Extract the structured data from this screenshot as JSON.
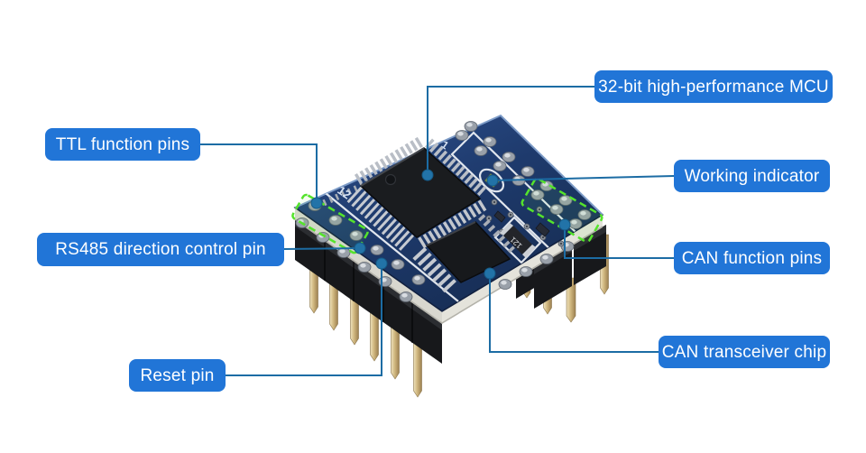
{
  "callouts": [
    {
      "id": "mcu",
      "label": "32-bit high-performance MCU"
    },
    {
      "id": "ttl",
      "label": "TTL function pins"
    },
    {
      "id": "working",
      "label": "Working indicator"
    },
    {
      "id": "rs485",
      "label": "RS485 direction control pin"
    },
    {
      "id": "can_pins",
      "label": "CAN function pins"
    },
    {
      "id": "can_chip",
      "label": "CAN transceiver chip"
    },
    {
      "id": "reset",
      "label": "Reset pin"
    }
  ],
  "board_silkscreen": {
    "pin_number_left": "12",
    "pin_number_right": "1",
    "resistor_code": "121"
  },
  "colors": {
    "label_background": "#2175d7",
    "label_text": "#ffffff",
    "callout_line": "#1c6ca4",
    "callout_dot": "#2273a8",
    "pcb_blue": "#1e3b6e",
    "highlight_green": "#55e32c",
    "pin_gold": "#cdb277",
    "board_substrate": "#d9d8d0"
  }
}
